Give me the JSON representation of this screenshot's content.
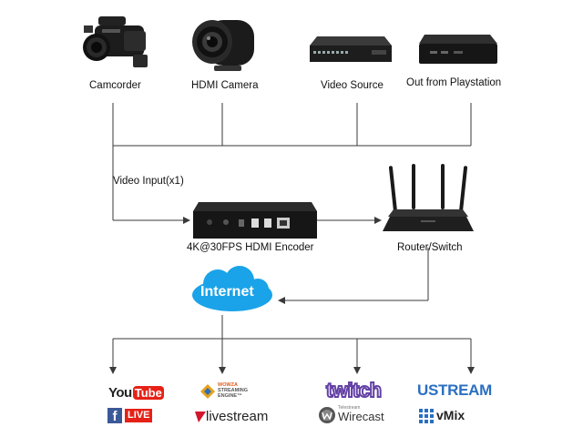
{
  "sources": [
    {
      "id": "camcorder",
      "label": "Camcorder"
    },
    {
      "id": "hdmi-camera",
      "label": "HDMI Camera"
    },
    {
      "id": "video-source",
      "label": "Video Source"
    },
    {
      "id": "playstation",
      "label": "Out from Playstation"
    }
  ],
  "video_input_label": "Video Input(x1)",
  "encoder": {
    "label": "4K@30FPS HDMI Encoder"
  },
  "router": {
    "label": "Router/Switch"
  },
  "internet": {
    "label": "Internet"
  },
  "platforms": {
    "youtube": {
      "you": "You",
      "tube": "Tube"
    },
    "facebook": {
      "f": "f"
    },
    "live": {
      "text": "LIVE"
    },
    "wowza": {
      "line1": "WOWZA",
      "line2": "STREAMING",
      "line3": "ENGINE™"
    },
    "livestream": {
      "text": "livestream"
    },
    "twitch": {
      "text": "twitch"
    },
    "wirecast": {
      "small": "Telestream",
      "text": "Wirecast"
    },
    "ustream": {
      "text": "USTREAM"
    },
    "vmix": {
      "text": "vMix"
    }
  },
  "colors": {
    "line": "#3a3a3a",
    "cloud": "#1aa3e8",
    "youtube_red": "#e62117",
    "facebook_blue": "#3b5998",
    "twitch_purple": "#6441a5",
    "ustream_blue": "#2a6fc1"
  }
}
